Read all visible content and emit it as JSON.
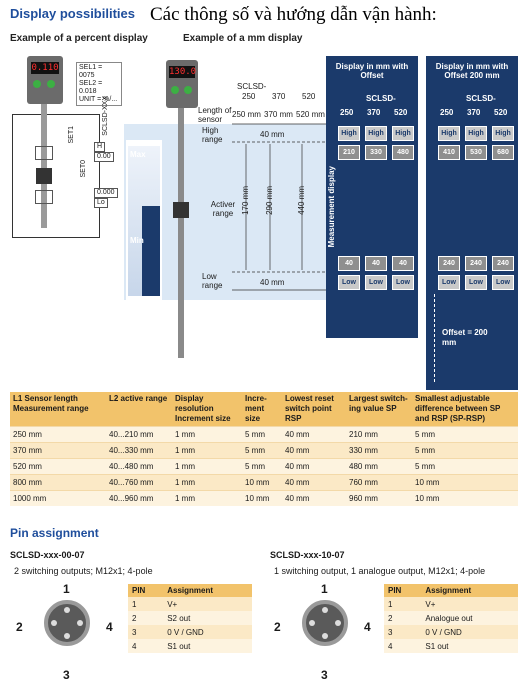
{
  "header": {
    "title": "Display possibilities",
    "vn_title": "Các thông số và hướng dẫn vận hành:",
    "percent_label": "Example of a percent display",
    "mm_label": "Example of a mm display"
  },
  "percent_example": {
    "display_value": "0.110",
    "code": "SCLSD-XXX",
    "settings": [
      "SEL1 = 0075",
      "SEL2 = 0.018",
      "UNIT = %/..."
    ],
    "set1": "SET1",
    "set0": "SET0",
    "h_label": "H",
    "h_value": "0.00",
    "lo_label": "Lo",
    "lo_value": "0.000"
  },
  "mm_example": {
    "display_value": "130.0",
    "header_code": "SCLSD-",
    "lengths": [
      "250",
      "370",
      "520"
    ],
    "length_label": "Length of sensor",
    "length_values": [
      "250 mm",
      "370 mm",
      "520 mm"
    ],
    "high_range": "High range",
    "low_range": "Low range",
    "high_mm": "40 mm",
    "low_mm": "40 mm",
    "active_range": "Activer range",
    "active_values": [
      "170 mm",
      "290 mm",
      "440 mm"
    ],
    "max": "Max",
    "min": "Min"
  },
  "panel1": {
    "title": "Display in mm with Offset",
    "code": "SCLSD-",
    "cols": [
      "250",
      "370",
      "520"
    ],
    "high": "High",
    "high_values": [
      "210",
      "330",
      "480"
    ],
    "low_values": [
      "40",
      "40",
      "40"
    ],
    "low": "Low",
    "side_label": "Measurement display"
  },
  "panel2": {
    "title": "Display in mm with Offset 200 mm",
    "code": "SCLSD-",
    "cols": [
      "250",
      "370",
      "520"
    ],
    "high": "High",
    "high_values": [
      "410",
      "530",
      "680"
    ],
    "low_values": [
      "240",
      "240",
      "240"
    ],
    "low": "Low",
    "offset": "Offset = 200 mm"
  },
  "spec_table": {
    "headers": [
      "L1 Sensor length Measurement range",
      "L2 active range",
      "Display resolution Increment size",
      "Incre- ment size",
      "Lowest reset switch point RSP",
      "Largest switch- ing value SP",
      "Smallest adjustable difference between SP and RSP (SP-RSP)"
    ],
    "rows": [
      [
        "250 mm",
        "40...210 mm",
        "1 mm",
        "5 mm",
        "40 mm",
        "210 mm",
        "5 mm"
      ],
      [
        "370 mm",
        "40...330 mm",
        "1 mm",
        "5 mm",
        "40 mm",
        "330 mm",
        "5 mm"
      ],
      [
        "520 mm",
        "40...480 mm",
        "1 mm",
        "5 mm",
        "40 mm",
        "480 mm",
        "5 mm"
      ],
      [
        "800 mm",
        "40...760 mm",
        "1 mm",
        "10 mm",
        "40 mm",
        "760 mm",
        "10 mm"
      ],
      [
        "1000 mm",
        "40...960 mm",
        "1 mm",
        "10 mm",
        "40 mm",
        "960 mm",
        "10 mm"
      ]
    ]
  },
  "pins": {
    "title": "Pin assignment",
    "left": {
      "model": "SCLSD-xxx-00-07",
      "desc": "2 switching outputs; M12x1; 4-pole",
      "head_pin": "PIN",
      "head_assign": "Assignment",
      "rows": [
        [
          "1",
          "V+"
        ],
        [
          "2",
          "S2 out"
        ],
        [
          "3",
          "0 V / GND"
        ],
        [
          "4",
          "S1 out"
        ]
      ],
      "labels": [
        "1",
        "2",
        "3",
        "4"
      ]
    },
    "right": {
      "model": "SCLSD-xxx-10-07",
      "desc": "1 switching output, 1 analogue output, M12x1; 4-pole",
      "head_pin": "PIN",
      "head_assign": "Assignment",
      "rows": [
        [
          "1",
          "V+"
        ],
        [
          "2",
          "Analogue out"
        ],
        [
          "3",
          "0 V / GND"
        ],
        [
          "4",
          "S1 out"
        ]
      ],
      "labels": [
        "1",
        "2",
        "3",
        "4"
      ]
    }
  },
  "colors": {
    "title_blue": "#1f4e9c",
    "panel_navy": "#1b3a6b",
    "table_header": "#f2c36b"
  }
}
